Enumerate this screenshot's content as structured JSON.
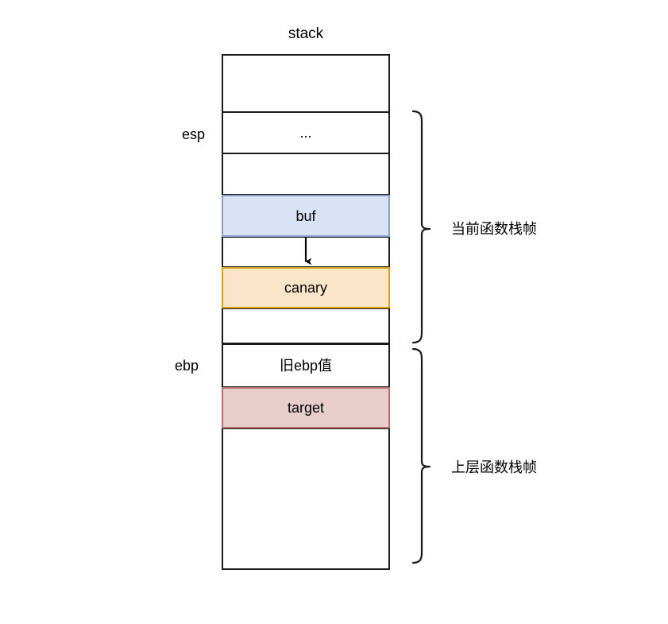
{
  "diagram": {
    "title": "stack",
    "registers": [
      {
        "name": "esp",
        "label": "esp"
      },
      {
        "name": "ebp",
        "label": "ebp"
      }
    ],
    "slots": [
      {
        "key": "empty_top",
        "label": "",
        "fill": "#ffffff",
        "stroke": "#1a1a1a"
      },
      {
        "key": "ellipsis",
        "label": "...",
        "fill": "#ffffff",
        "stroke": "#1a1a1a"
      },
      {
        "key": "empty_2",
        "label": "",
        "fill": "#ffffff",
        "stroke": "#1a1a1a"
      },
      {
        "key": "buf",
        "label": "buf",
        "fill": "#dae2f6",
        "stroke": "#8a9bc8"
      },
      {
        "key": "gap_arrow",
        "label": "",
        "fill": "#ffffff",
        "stroke": "#1a1a1a"
      },
      {
        "key": "canary",
        "label": "canary",
        "fill": "#fae5c8",
        "stroke": "#d6a21c"
      },
      {
        "key": "empty_3",
        "label": "",
        "fill": "#ffffff",
        "stroke": "#1a1a1a"
      },
      {
        "key": "old_ebp",
        "label": "旧ebp值",
        "fill": "#ffffff",
        "stroke": "#1a1a1a"
      },
      {
        "key": "target",
        "label": "target",
        "fill": "#e8cdcd",
        "stroke": "#b5706b"
      },
      {
        "key": "empty_bottom",
        "label": "",
        "fill": "#ffffff",
        "stroke": "#1a1a1a"
      }
    ],
    "braces": [
      {
        "key": "current_frame",
        "label": "当前函数栈帧"
      },
      {
        "key": "caller_frame",
        "label": "上层函数栈帧"
      }
    ],
    "arrow": {
      "name": "overflow-arrow",
      "color": "#000000"
    },
    "colors": {
      "outline": "#1a1a1a",
      "buf_fill": "#dae2f6",
      "buf_stroke": "#8a9bc8",
      "canary_fill": "#fae5c8",
      "canary_stroke": "#d6a21c",
      "target_fill": "#e8cdcd",
      "target_stroke": "#b5706b",
      "background": "#ffffff"
    }
  }
}
